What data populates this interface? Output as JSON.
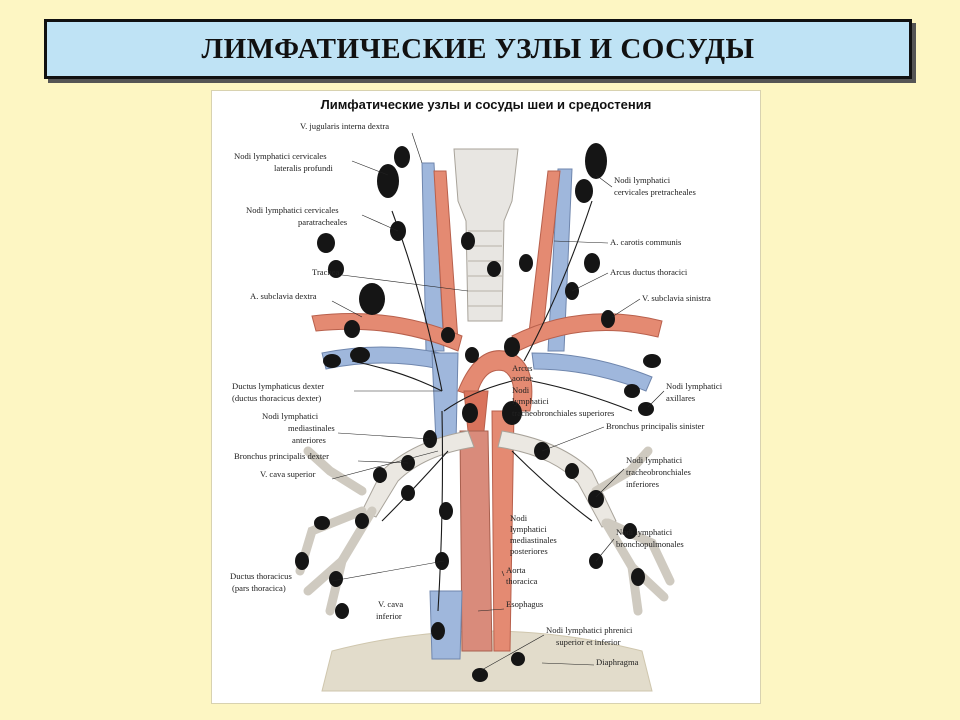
{
  "slide": {
    "title": "ЛИМФАТИЧЕСКИЕ УЗЛЫ И СОСУДЫ"
  },
  "figure": {
    "title": "Лимфатические узлы и сосуды шеи и средостения",
    "labels_left": [
      "V. jugularis interna dextra",
      "Nodi lymphatici cervicales",
      "lateralis profundi",
      "Nodi lymphatici cervicales",
      "paratracheales",
      "Trachea",
      "A. subclavia dextra",
      "Ductus lymphaticus dexter",
      "(ductus thoracicus dexter)",
      "Nodi lymphatici",
      "mediastinales",
      "anteriores",
      "Bronchus principalis dexter",
      "V. cava superior",
      "Ductus thoracicus",
      "(pars thoracica)",
      "V. cava",
      "inferior"
    ],
    "labels_right": [
      "Nodi lymphatici",
      "cervicales pretracheales",
      "A. carotis communis",
      "Arcus ductus thoracici",
      "V. subclavia sinistra",
      "Arcus",
      "aortae",
      "Nodi",
      "lymphatici",
      "tracheobronchiales superiores",
      "Nodi lymphatici",
      "axillares",
      "Bronchus principalis sinister",
      "Nodi lymphatici",
      "tracheobronchiales",
      "inferiores",
      "Nodi",
      "lymphatici",
      "mediastinales",
      "posteriores",
      "Nodi lymphatici",
      "bronchopulmonales",
      "Aorta",
      "thoracica",
      "Esophagus",
      "Nodi lymphatici phrenici",
      "superior et inferior",
      "Diaphragma"
    ]
  },
  "colors": {
    "background": "#fdf6c3",
    "banner": "#bfe3f5",
    "artery": "#e48a72",
    "vein": "#9fb7dc",
    "node": "#151515"
  }
}
